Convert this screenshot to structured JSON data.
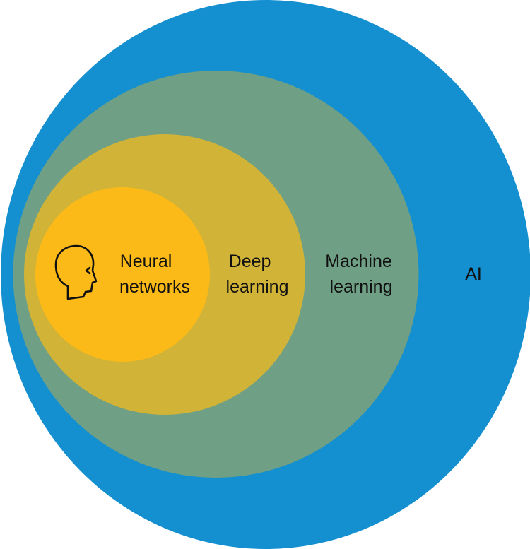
{
  "diagram": {
    "type": "nested-venn",
    "description": "Nested circles showing AI containing Machine learning, containing Deep learning, containing Neural networks",
    "layers": [
      {
        "id": "ai",
        "label_lines": [
          "AI"
        ],
        "color": "#148FCF"
      },
      {
        "id": "machine-learning",
        "label_lines": [
          "Machine",
          "learning"
        ],
        "color": "#6FA085"
      },
      {
        "id": "deep-learning",
        "label_lines": [
          "Deep",
          "learning"
        ],
        "color": "#D0B337"
      },
      {
        "id": "neural-networks",
        "label_lines": [
          "Neural",
          "networks"
        ],
        "color": "#FBBA18"
      }
    ],
    "icon": {
      "name": "human-head-icon",
      "stroke_color": "#111111"
    },
    "text_color": "#111111"
  }
}
